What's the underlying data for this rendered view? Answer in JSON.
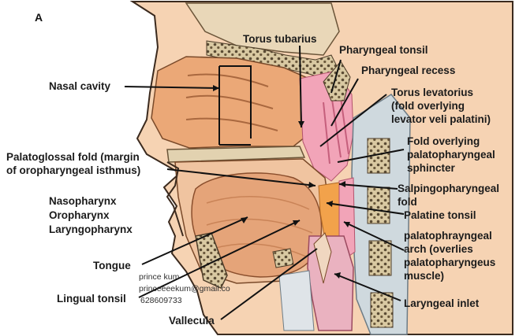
{
  "panel_letter": "A",
  "labels": {
    "nasal_cavity": "Nasal cavity",
    "torus_tubarius": "Torus tubarius",
    "pharyngeal_tonsil": "Pharyngeal tonsil",
    "pharyngeal_recess": "Pharyngeal recess",
    "torus_levatorius": [
      "Torus levatorius",
      "(fold overlying",
      "levator veli palatini)"
    ],
    "fold_palatopharyngeal_sphincter": [
      "Fold overlying",
      "palatopharyngeal",
      "sphincter"
    ],
    "palatoglossal_fold": [
      "Palatoglossal fold (margin",
      "of oropharyngeal isthmus)"
    ],
    "pharynx_parts": [
      "Nasopharynx",
      "Oropharynx",
      "Laryngopharynx"
    ],
    "salpingopharyngeal_fold": [
      "Salpingopharyngeal",
      "fold"
    ],
    "palatine_tonsil": "Palatine tonsil",
    "palatopharyngeal_arch": [
      "palatophrayngeal",
      "arch (overlies",
      "palatopharyngeus",
      "muscle)"
    ],
    "tongue": "Tongue",
    "lingual_tonsil": "Lingual tonsil",
    "vallecula": "Vallecula",
    "laryngeal_inlet": "Laryngeal inlet"
  },
  "watermark": [
    "prince kum",
    "princeeeekum@gmail.co",
    "628609733"
  ],
  "colors": {
    "skin": "#f3c9a6",
    "nasal": "#eba877",
    "tongue": "#e5a479",
    "pink": "#f2a4b8",
    "tonsil": "#f2a24b",
    "bone": "#d9c9a2",
    "spine": "#cfd9de"
  }
}
